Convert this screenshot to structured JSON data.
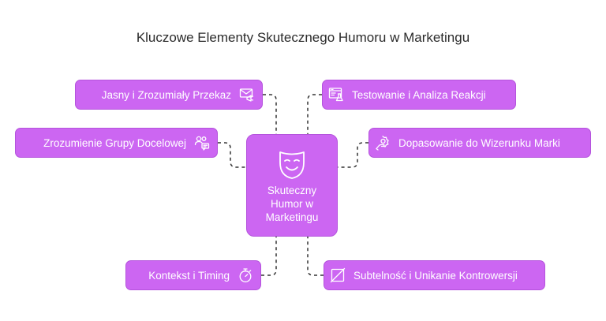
{
  "title": "Kluczowe Elementy Skutecznego Humoru w Marketingu",
  "center": {
    "lines": [
      "Skuteczny",
      "Humor w",
      "Marketingu"
    ],
    "icon": "theater-mask-icon"
  },
  "nodes": {
    "clear_message": {
      "label": "Jasny i Zrozumiały Przekaz",
      "icon": "megaphone-envelope-icon"
    },
    "audience": {
      "label": "Zrozumienie Grupy Docelowej",
      "icon": "users-chat-icon"
    },
    "context_timing": {
      "label": "Kontekst i Timing",
      "icon": "stopwatch-icon"
    },
    "testing": {
      "label": "Testowanie i Analiza Reakcji",
      "icon": "browser-flask-icon"
    },
    "brand_fit": {
      "label": "Dopasowanie do Wizerunku Marki",
      "icon": "hand-badge-icon"
    },
    "subtlety": {
      "label": "Subtelność i Unikanie Kontrowersji",
      "icon": "no-sign-icon"
    }
  },
  "colors": {
    "node_fill": "#cc66f2",
    "node_border": "#b453dc",
    "connector": "#333333",
    "text": "#ffffff"
  }
}
